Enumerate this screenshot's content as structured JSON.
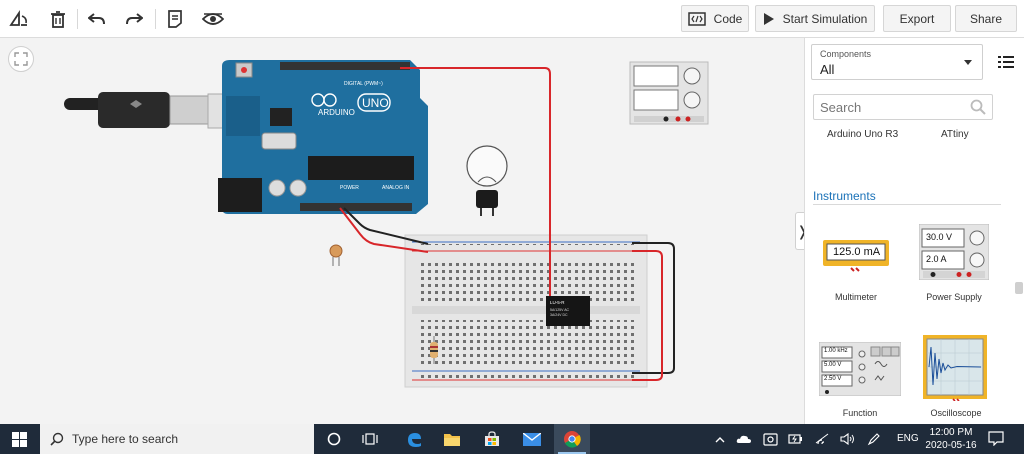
{
  "toolbar": {
    "code_label": "Code",
    "start_sim_label": "Start Simulation",
    "export_label": "Export",
    "share_label": "Share"
  },
  "canvas": {
    "arduino": {
      "brand": "ARDUINO",
      "model": "UNO",
      "digital_label": "DIGITAL (PWM~)",
      "power_label": "POWER",
      "analog_label": "ANALOG IN"
    },
    "relay_text": [
      "LU-5-R",
      "5A/125V AC",
      "3A/24V DC"
    ]
  },
  "panel": {
    "components_label": "Components",
    "components_value": "All",
    "search_placeholder": "Search",
    "top_items": [
      "Arduino Uno R3",
      "ATtiny"
    ],
    "section_title": "Instruments",
    "multimeter_display": "125.0 mA",
    "power_supply_voltage": "30.0 V",
    "power_supply_current": "2.0 A",
    "function_gen_values": [
      "1.00 kHz",
      "5.00 V",
      "2.50 V"
    ],
    "items": [
      "Multimeter",
      "Power Supply",
      "Function",
      "Oscilloscope"
    ]
  },
  "taskbar": {
    "search_placeholder": "Type here to search",
    "language": "ENG",
    "time": "12:00 PM",
    "date": "2020-05-16"
  },
  "colors": {
    "arduino_blue": "#1f6f9f",
    "wire_red": "#d8262a",
    "wire_black": "#222222",
    "accent_blue": "#1b72b8",
    "instrument_yellow": "#f0b428",
    "taskbar_bg": "#1f2b3a"
  }
}
